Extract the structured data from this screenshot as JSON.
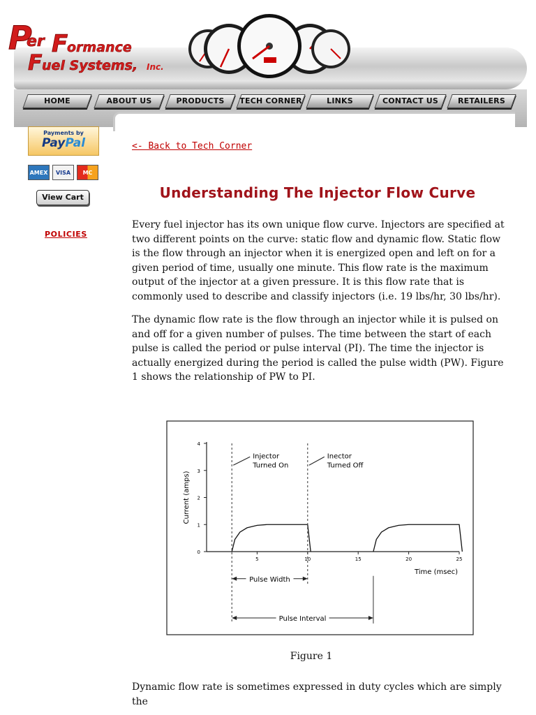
{
  "header": {
    "logo_line1": "PerFormance",
    "logo_line2": "Fuel Systems, Inc."
  },
  "nav": [
    "HOME",
    "ABOUT US",
    "PRODUCTS",
    "TECH CORNER",
    "LINKS",
    "CONTACT US",
    "RETAILERS"
  ],
  "sidebar": {
    "paypal_small": "Payments by",
    "paypal_big_a": "Pay",
    "paypal_big_b": "Pal",
    "cards": [
      "AMEX",
      "VISA",
      "MC"
    ],
    "view_cart": "View Cart",
    "policies": "POLICIES"
  },
  "content": {
    "back_link": "<- Back to Tech Corner",
    "title": "Understanding The Injector Flow Curve",
    "para1": "Every fuel injector has its own unique flow curve.  Injectors are specified at two different points on the curve: static flow and dynamic flow.  Static flow is the flow through an injector when it is energized open and left on for a given period of time, usually one minute.  This flow rate is the maximum output of the injector at a given pressure.  It is this flow rate that is commonly used to describe and classify injectors (i.e.  19 lbs/hr, 30 lbs/hr).",
    "para2": "The dynamic flow rate is the flow through an injector while it is pulsed on and off for a given number of pulses.  The time between the start of each pulse is called the period or pulse interval (PI).  The time the injector is actually energized during the period is called the pulse width (PW).  Figure 1 shows the relationship of PW to PI.",
    "figure_caption": "Figure 1",
    "para3": "Dynamic flow rate is sometimes expressed in duty cycles which are simply the"
  },
  "chart_data": {
    "type": "line",
    "xlabel": "Time (msec)",
    "ylabel": "Current (amps)",
    "xlim": [
      0,
      25
    ],
    "ylim": [
      0,
      4
    ],
    "x_ticks": [
      5,
      10,
      15,
      20,
      25
    ],
    "x_tick_labels": [
      "5",
      "10",
      "15",
      "20",
      "25"
    ],
    "y_ticks": [
      0,
      1,
      2,
      3,
      4
    ],
    "y_tick_labels": [
      "0",
      "1",
      "2",
      "3",
      "4"
    ],
    "series": [
      {
        "x": [
          2.5,
          2.8,
          3.3,
          4,
          5,
          6,
          7,
          10,
          10.3
        ],
        "y": [
          0,
          0.45,
          0.72,
          0.88,
          0.97,
          1.0,
          1.0,
          1.0,
          0
        ]
      },
      {
        "x": [
          16.5,
          16.8,
          17.3,
          18,
          19,
          20,
          21,
          25,
          25.3
        ],
        "y": [
          0,
          0.45,
          0.72,
          0.88,
          0.97,
          1.0,
          1.0,
          1.0,
          0
        ]
      }
    ],
    "annotations": {
      "on_line1": "Injector",
      "on_line2": "Turned On",
      "off_line1": "Inector",
      "off_line2": "Turned Off",
      "pulse_width": "Pulse Width",
      "pulse_interval": "Pulse Interval"
    },
    "markers": {
      "on_x": 2.5,
      "off_x": 10,
      "next_on_x": 16.5,
      "pw_y": -1.0,
      "pi_y": -2.45,
      "on_label_y": 3.4,
      "off_label_y": 3.4
    }
  }
}
